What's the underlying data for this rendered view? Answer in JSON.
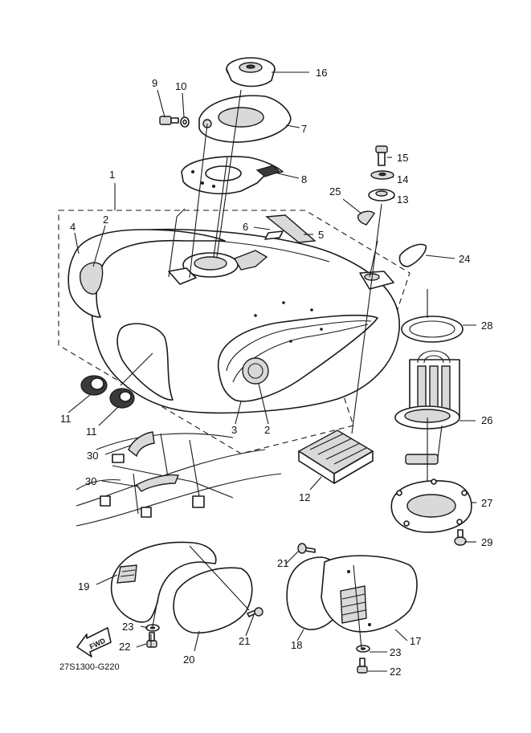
{
  "callouts": {
    "c1": "1",
    "c2a": "2",
    "c2b": "2",
    "c3": "3",
    "c4": "4",
    "c5": "5",
    "c6": "6",
    "c7": "7",
    "c8": "8",
    "c9": "9",
    "c10": "10",
    "c11a": "11",
    "c11b": "11",
    "c12": "12",
    "c13": "13",
    "c14": "14",
    "c15": "15",
    "c16": "16",
    "c17": "17",
    "c18": "18",
    "c19": "19",
    "c20": "20",
    "c21a": "21",
    "c21b": "21",
    "c22a": "22",
    "c22b": "22",
    "c23a": "23",
    "c23b": "23",
    "c24": "24",
    "c25": "25",
    "c26": "26",
    "c27": "27",
    "c28": "28",
    "c29": "29",
    "c30a": "30",
    "c30b": "30"
  },
  "diagram_code": "27S1300-G220",
  "fwd_label": "FWD"
}
